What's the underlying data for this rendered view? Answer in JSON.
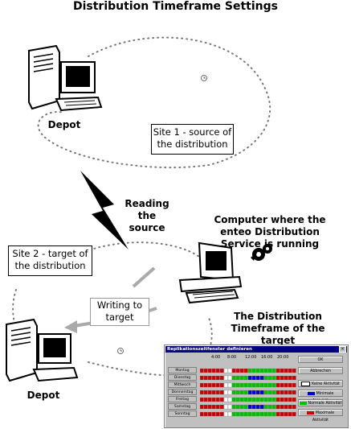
{
  "title": "Distribution Timeframe Settings",
  "depot_top_label": "Depot",
  "depot_bottom_label": "Depot",
  "site1_label": "Site 1 - source of the distribution",
  "site2_label": "Site 2 - target of the distribution",
  "reading_label": "Reading the source",
  "computer_label": "Computer where the enteo Distribution Service is running",
  "writing_label": "Writing to target",
  "timeframe_label": "The Distribution Timeframe of the target",
  "dialog": {
    "title": "Replikationszeitfenster definieren",
    "hours": [
      "4:00",
      "8:00",
      "12:00",
      "16:00",
      "20:00"
    ],
    "days": [
      "Montag",
      "Dienstag",
      "Mittwoch",
      "Donnerstag",
      "Freitag",
      "Samstag",
      "Sonntag"
    ],
    "ok": "OK",
    "cancel": "Abbrechen",
    "no_activity": "Keine Aktivität",
    "min_activity": "Minimale Aktivität",
    "normal_activity": "Normale Aktivität",
    "max_activity": "Maximale Aktivität",
    "colors": {
      "none": "#ffffff",
      "min": "#0000cc",
      "normal": "#00c000",
      "max": "#cc0000"
    }
  }
}
